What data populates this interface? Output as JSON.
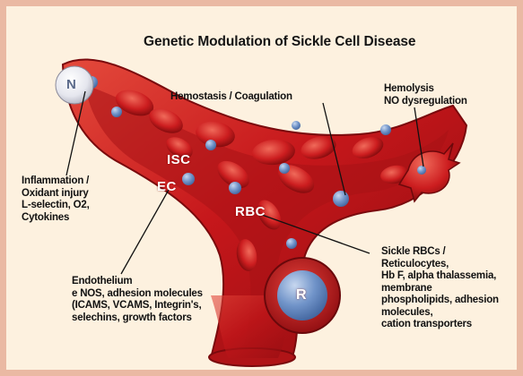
{
  "title": "Genetic Modulation of Sickle Cell Disease",
  "cell_labels": {
    "n": "N",
    "isc": "ISC",
    "ec": "EC",
    "rbc": "RBC",
    "r": "R"
  },
  "labels": {
    "hemostasis": "Hemostasis / Coagulation",
    "hemolysis": "Hemolysis\nNO dysregulation",
    "inflammation": "Inflammation /\nOxidant injury\nL-selectin, O2,\nCytokines",
    "endothelium": "Endothelium\ne NOS, adhesion molecules\n(ICAMS, VCAMS, Integrin's,\nselechins, growth factors",
    "sickle": "Sickle RBCs /\nReticulocytes,\nHb F, alpha thalassemia,\nmembrane\nphospholipids, adhesion\nmolecules,\ncation transporters"
  },
  "colors": {
    "background": "#fdf1df",
    "border": "#eab9a3",
    "vessel": "#c8181c",
    "vessel_dark": "#8e0d10",
    "vessel_light": "#ea5a4a",
    "blue_cell": "#6f93c9",
    "white_cell": "#eef0f5"
  }
}
